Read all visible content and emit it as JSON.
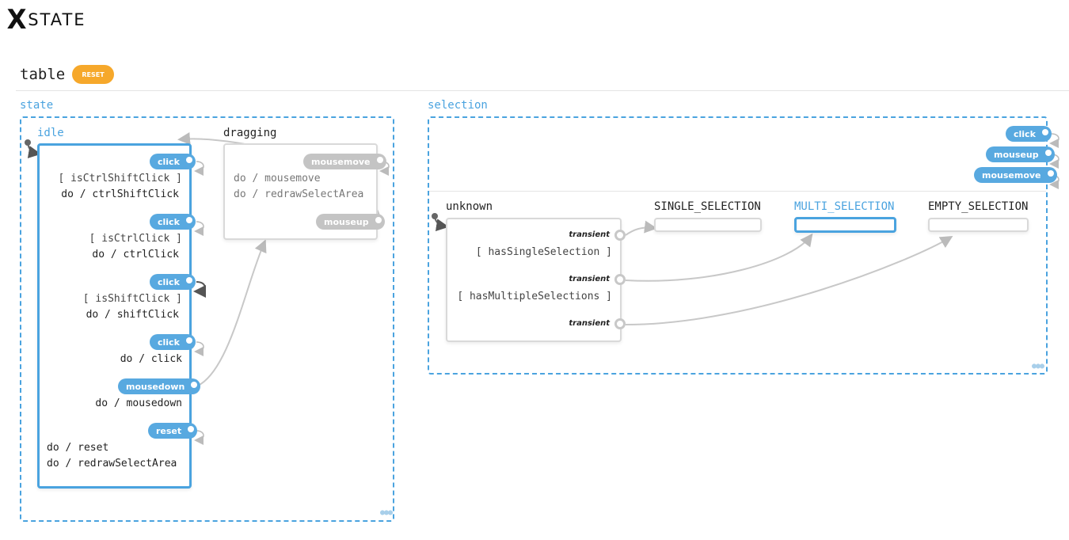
{
  "logo": {
    "x": "X",
    "text": "STATE"
  },
  "machine": {
    "title": "table",
    "reset_label": "RESET"
  },
  "regions": {
    "state": {
      "label": "state",
      "idle": {
        "name": "idle",
        "events": [
          {
            "label": "click",
            "guard": "[ isCtrlShiftClick ]",
            "action": "ctrlShiftClick"
          },
          {
            "label": "click",
            "guard": "[ isCtrlClick ]",
            "action": "ctrlClick"
          },
          {
            "label": "click",
            "guard": "[ isShiftClick ]",
            "action": "shiftClick"
          },
          {
            "label": "click",
            "action": "click"
          },
          {
            "label": "mousedown",
            "action": "mousedown"
          },
          {
            "label": "reset"
          }
        ],
        "entry_actions": [
          "reset",
          "redrawSelectArea"
        ]
      },
      "dragging": {
        "name": "dragging",
        "entry_actions": [
          "mousemove",
          "redrawSelectArea"
        ],
        "events": [
          {
            "label": "mousemove"
          },
          {
            "label": "mouseup"
          }
        ]
      }
    },
    "selection": {
      "label": "selection",
      "events": [
        {
          "label": "click"
        },
        {
          "label": "mouseup"
        },
        {
          "label": "mousemove"
        }
      ],
      "unknown": {
        "name": "unknown",
        "transitions": [
          {
            "label": "transient",
            "guard": "[ hasSingleSelection ]"
          },
          {
            "label": "transient",
            "guard": "[ hasMultipleSelections ]"
          },
          {
            "label": "transient"
          }
        ]
      },
      "single": {
        "name": "SINGLE_SELECTION"
      },
      "multi": {
        "name": "MULTI_SELECTION"
      },
      "empty": {
        "name": "EMPTY_SELECTION"
      }
    }
  },
  "keywords": {
    "do": "do /"
  },
  "colors": {
    "accent": "#4aa3df",
    "reset": "#f6a82b",
    "inactive": "#c4c4c4"
  }
}
